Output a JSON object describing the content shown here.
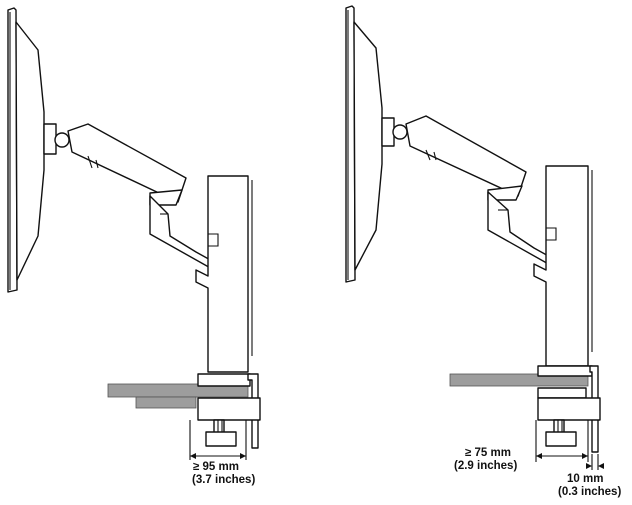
{
  "labels": {
    "left_min": "≥ 95 mm",
    "left_min_in": "(3.7 inches)",
    "right_min": "≥ 75 mm",
    "right_min_in": "(2.9 inches)",
    "right_gap": "10 mm",
    "right_gap_in": "(0.3 inches)"
  },
  "colors": {
    "desk": "#9d9d9d",
    "line": "#111111"
  }
}
